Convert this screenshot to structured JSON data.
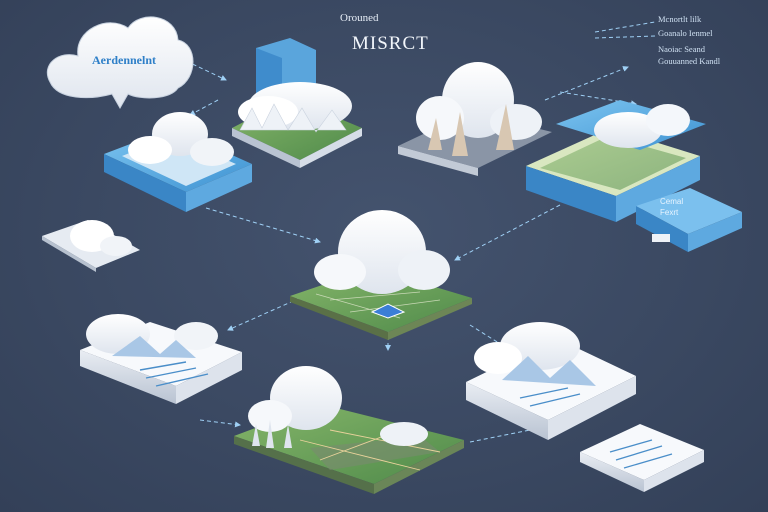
{
  "header": {
    "small_title": "Orouned",
    "big_title": "MISRCT"
  },
  "legend": {
    "line1": "Mcnortlt lilk",
    "line2": "Goanalo Ienmel",
    "line3": "Naoiac Seand",
    "line4": "Gouuanned Kandl"
  },
  "top_left_cloud_label": "Aerdennelnt",
  "blue_panel": {
    "line1": "Cemal",
    "line2": "Fexrt"
  },
  "colors": {
    "background": "#3c4a63",
    "cloud": "#f4f6f9",
    "accent_blue": "#4aa6e0",
    "terrain_green": "#6fa25a",
    "connector": "#9fd0f5"
  }
}
